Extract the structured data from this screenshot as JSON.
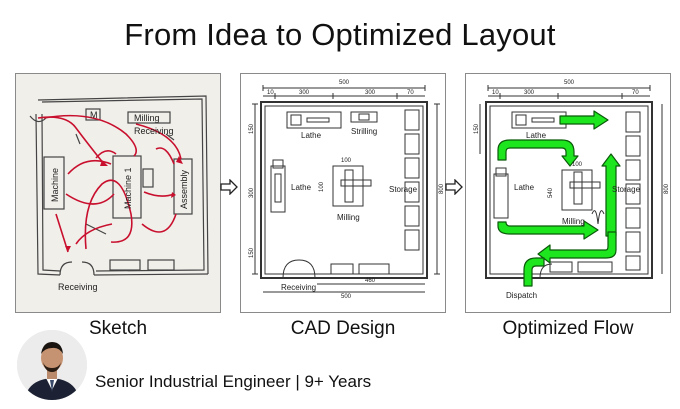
{
  "header": {
    "title": "From Idea to Optimized Layout"
  },
  "captions": {
    "sketch": "Sketch",
    "cad": "CAD Design",
    "optimized": "Optimized Flow"
  },
  "sketch": {
    "m": "M",
    "milling": "Milling",
    "receiving_top": "Receiving",
    "machine": "Machine",
    "machine1": "Machine 1",
    "assembly": "Assembly",
    "receiving_bottom": "Receiving"
  },
  "cad": {
    "dim_500": "500",
    "dim_10": "10",
    "dim_300a": "300",
    "dim_300b": "300",
    "dim_70": "70",
    "lathe_top": "Lathe",
    "strilling": "Strilling",
    "dim_150": "150",
    "dim_300v": "300",
    "dim_100v": "100",
    "dim_800": "800",
    "lathe": "Lathe",
    "dim_100": "100",
    "dim_150b": "150",
    "milling": "Milling",
    "storage": "Storage",
    "receiving": "Receiving",
    "dim_460": "460",
    "dim_500b": "500"
  },
  "opt": {
    "dim_500": "500",
    "dim_10": "10",
    "dim_300": "300",
    "dim_70": "70",
    "dim_150": "150",
    "lathe_top": "Lathe",
    "lathe": "Lathe",
    "dim_100": "100",
    "dim_540": "540",
    "milling": "Milling",
    "storage": "Storage",
    "dim_800": "800",
    "dispatch": "Dispatch"
  },
  "footer": {
    "text": "Senior Industrial Engineer | 9+ Years"
  },
  "colors": {
    "flow_red": "#c8102e",
    "flow_green": "#1ee61e",
    "flow_green_edge": "#0a5a0a",
    "line": "#333333"
  }
}
